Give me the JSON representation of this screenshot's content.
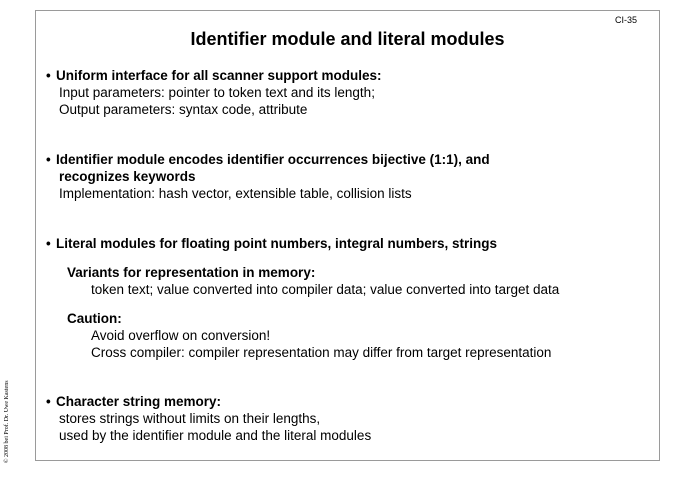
{
  "page_id": "CI-35",
  "copyright": "© 2008 bei Prof. Dr. Uwe Kastens",
  "title": "Identifier module and literal modules",
  "bullet_symbol": "•",
  "sections": {
    "scanner": {
      "heading": "Uniform interface for all scanner support modules:",
      "lines": [
        "Input parameters: pointer to token text and its length;",
        "Output parameters: syntax code, attribute"
      ]
    },
    "identifier": {
      "heading_lines": [
        "Identifier module encodes identifier occurrences bijective (1:1), and",
        "recognizes keywords"
      ],
      "lines": [
        "Implementation: hash vector, extensible table, collision lists"
      ]
    },
    "literal": {
      "heading": "Literal modules for floating point numbers, integral numbers, strings",
      "variants": {
        "heading": "Variants for representation in memory:",
        "lines": [
          "token text; value converted into compiler data; value converted into target data"
        ]
      },
      "caution": {
        "heading": "Caution:",
        "lines": [
          "Avoid overflow on conversion!",
          "Cross compiler: compiler representation may differ from target representation"
        ]
      }
    },
    "memory": {
      "heading": "Character string memory:",
      "lines": [
        "stores strings without limits on their lengths,",
        "used by the identifier module and the literal modules"
      ]
    }
  }
}
